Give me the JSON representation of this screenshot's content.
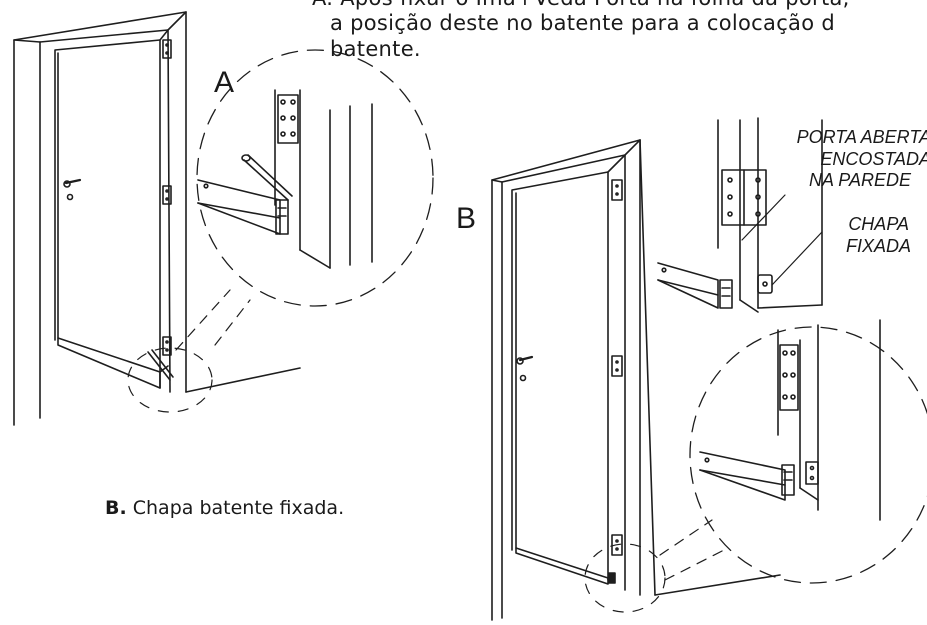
{
  "instructions": {
    "line1": "A. Após fixar o Imã+Veda Porta na folha da porta,",
    "line2": "a posição deste no batente para a colocação d",
    "line3": "batente."
  },
  "labels": {
    "a": "A",
    "b": "B"
  },
  "callouts": {
    "porta_aberta_1": "PORTA ABERTA",
    "porta_aberta_2": "ENCOSTADA",
    "porta_aberta_3": "NA PAREDE",
    "chapa_1": "CHAPA",
    "chapa_2": "FIXADA"
  },
  "caption": {
    "prefix": "B.",
    "text": "Chapa batente fixada."
  }
}
